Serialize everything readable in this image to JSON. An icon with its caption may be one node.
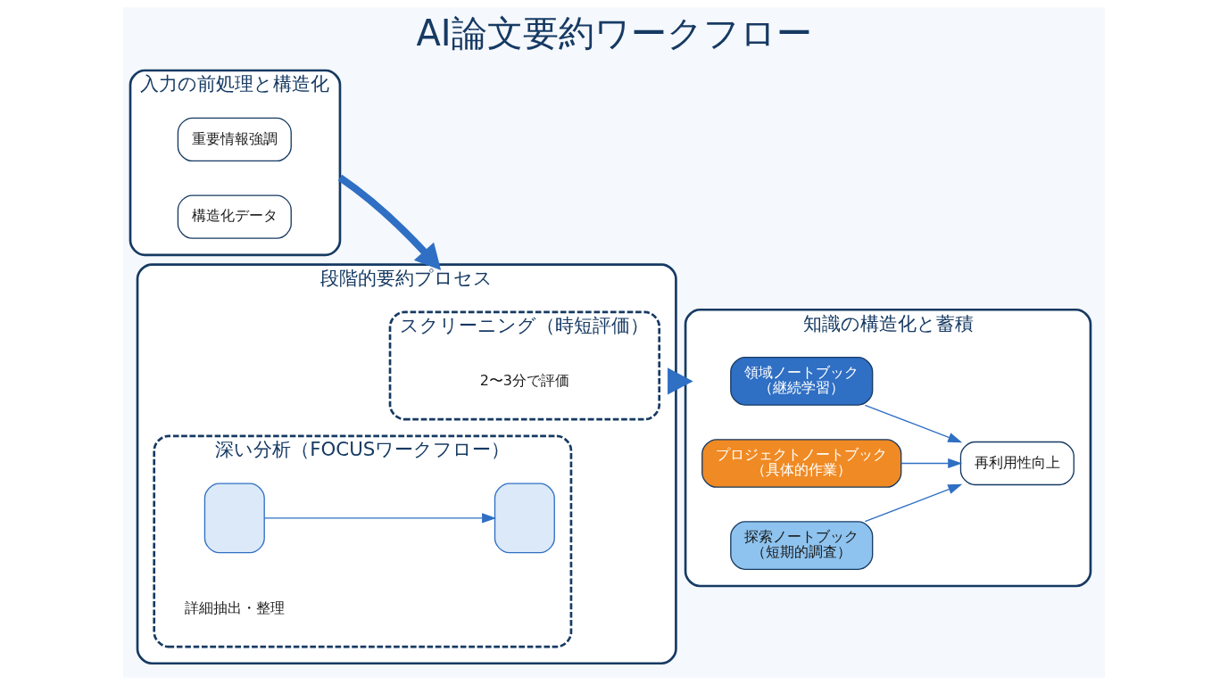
{
  "diagram": {
    "title": "AI論文要約ワークフロー",
    "nodes": [
      {
        "text": [
          "入力の前処理と構造化"
        ]
      },
      {
        "text": [
          "重要情報強調"
        ],
        "in": 0
      },
      {
        "text": [
          "構造化データ"
        ],
        "in": 0
      },
      {
        "text": [
          "段階的要約プロセス"
        ]
      },
      {
        "text": [
          "スクリーニング（時短評価）"
        ],
        "in": 3
      },
      {
        "text": [
          "2〜3分で評価"
        ],
        "in": 4
      },
      {
        "text": [
          "深い分析（FOCUSワークフロー）"
        ],
        "in": 3
      },
      {
        "text": [],
        "shape": "box",
        "in": 6
      },
      {
        "text": [],
        "shape": "box",
        "in": 6
      },
      {
        "text": [
          "詳細抽出・整理"
        ],
        "in": 6
      },
      {
        "text": [
          "知識の構造化と蓄積"
        ]
      },
      {
        "text": [
          "領域ノートブック",
          "（継続学習）"
        ],
        "in": 10
      },
      {
        "text": [
          "プロジェクトノートブック",
          "（具体的作業）"
        ],
        "in": 10
      },
      {
        "text": [
          "探索ノートブック",
          "（短期的調査）"
        ],
        "in": 10
      },
      {
        "text": [
          "再利用性向上"
        ],
        "in": 10
      }
    ],
    "edges": [
      {
        "from": 0,
        "to": 3,
        "arrow": "to",
        "style": "thick"
      },
      {
        "from": 3,
        "to": 10,
        "arrow": "to",
        "style": "thick"
      },
      {
        "from": 7,
        "to": 8,
        "arrow": "to"
      },
      {
        "from": 11,
        "to": 14,
        "arrow": "to"
      },
      {
        "from": 12,
        "to": 14,
        "arrow": "to"
      },
      {
        "from": 13,
        "to": 14,
        "arrow": "to"
      }
    ]
  }
}
